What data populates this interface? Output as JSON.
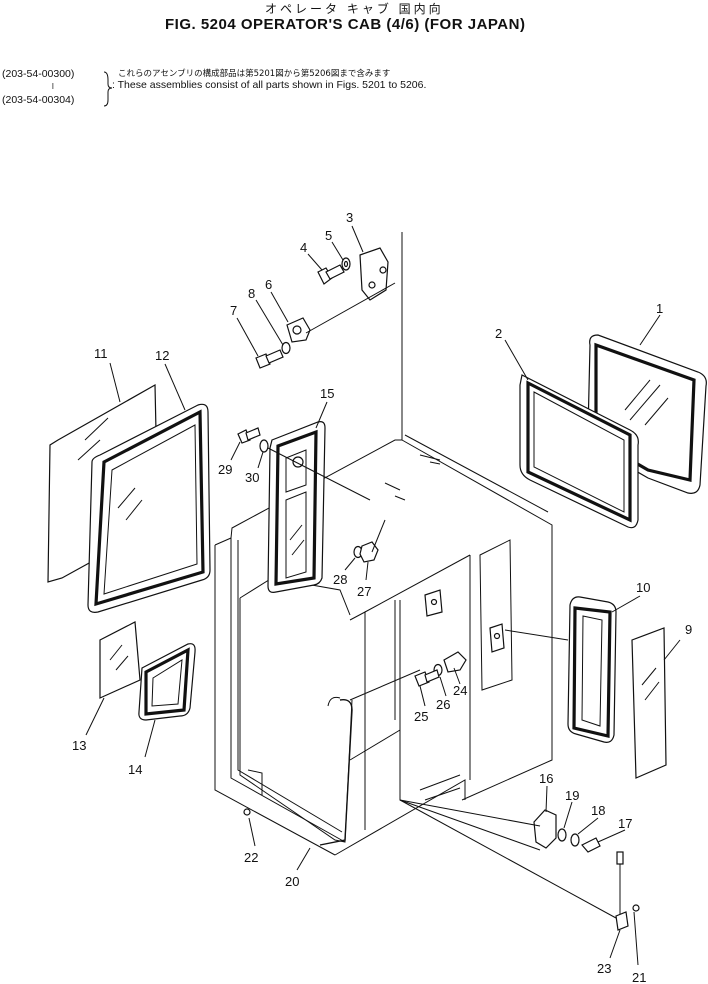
{
  "header": {
    "title_jp": "オペレータ キャブ 国内向",
    "title": "FIG. 5204  OPERATOR'S CAB (4/6) (FOR JAPAN)"
  },
  "applicability": {
    "serial_from": "(203-54-00300)",
    "range_mark": "l",
    "serial_to": "(203-54-00304)",
    "note_jp": "これらのアセンブリの構成部品は第5201図から第5206図まで含みます",
    "note_en": ": These assemblies consist of all parts shown in Figs. 5201 to 5206."
  },
  "callouts": [
    {
      "id": "c1",
      "label": "1"
    },
    {
      "id": "c2",
      "label": "2"
    },
    {
      "id": "c3",
      "label": "3"
    },
    {
      "id": "c4",
      "label": "4"
    },
    {
      "id": "c5",
      "label": "5"
    },
    {
      "id": "c6",
      "label": "6"
    },
    {
      "id": "c7",
      "label": "7"
    },
    {
      "id": "c8",
      "label": "8"
    },
    {
      "id": "c9",
      "label": "9"
    },
    {
      "id": "c10",
      "label": "10"
    },
    {
      "id": "c11",
      "label": "11"
    },
    {
      "id": "c12",
      "label": "12"
    },
    {
      "id": "c13",
      "label": "13"
    },
    {
      "id": "c14",
      "label": "14"
    },
    {
      "id": "c15",
      "label": "15"
    },
    {
      "id": "c16",
      "label": "16"
    },
    {
      "id": "c17",
      "label": "17"
    },
    {
      "id": "c18",
      "label": "18"
    },
    {
      "id": "c19",
      "label": "19"
    },
    {
      "id": "c20",
      "label": "20"
    },
    {
      "id": "c21",
      "label": "21"
    },
    {
      "id": "c22",
      "label": "22"
    },
    {
      "id": "c23",
      "label": "23"
    },
    {
      "id": "c24",
      "label": "24"
    },
    {
      "id": "c25",
      "label": "25"
    },
    {
      "id": "c26",
      "label": "26"
    },
    {
      "id": "c27",
      "label": "27"
    },
    {
      "id": "c28",
      "label": "28"
    },
    {
      "id": "c29",
      "label": "29"
    },
    {
      "id": "c30",
      "label": "30"
    }
  ]
}
